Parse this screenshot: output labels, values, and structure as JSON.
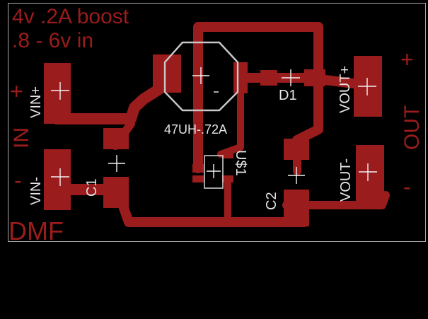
{
  "title": {
    "line1": "4v .2A boost",
    "line2": ".8 - 6v in"
  },
  "board_label": "DMF",
  "input_group": {
    "label": "IN",
    "plus": "+",
    "minus": "-",
    "pin_plus": "VIN+",
    "pin_minus": "VIN-"
  },
  "output_group": {
    "label": "OUT",
    "plus": "+",
    "minus": "-",
    "pin_plus": "VOUT+",
    "pin_minus": "VOUT-"
  },
  "components": {
    "inductor_value": "47UH-.72A",
    "diode": "D1",
    "ic": "U$1",
    "cap_in": "C1",
    "cap_out": "C2"
  },
  "colors": {
    "copper": "#9b1c1c",
    "silkscreen": "#e6e6e6",
    "outline": "#a8a8a8",
    "background": "#000000"
  }
}
